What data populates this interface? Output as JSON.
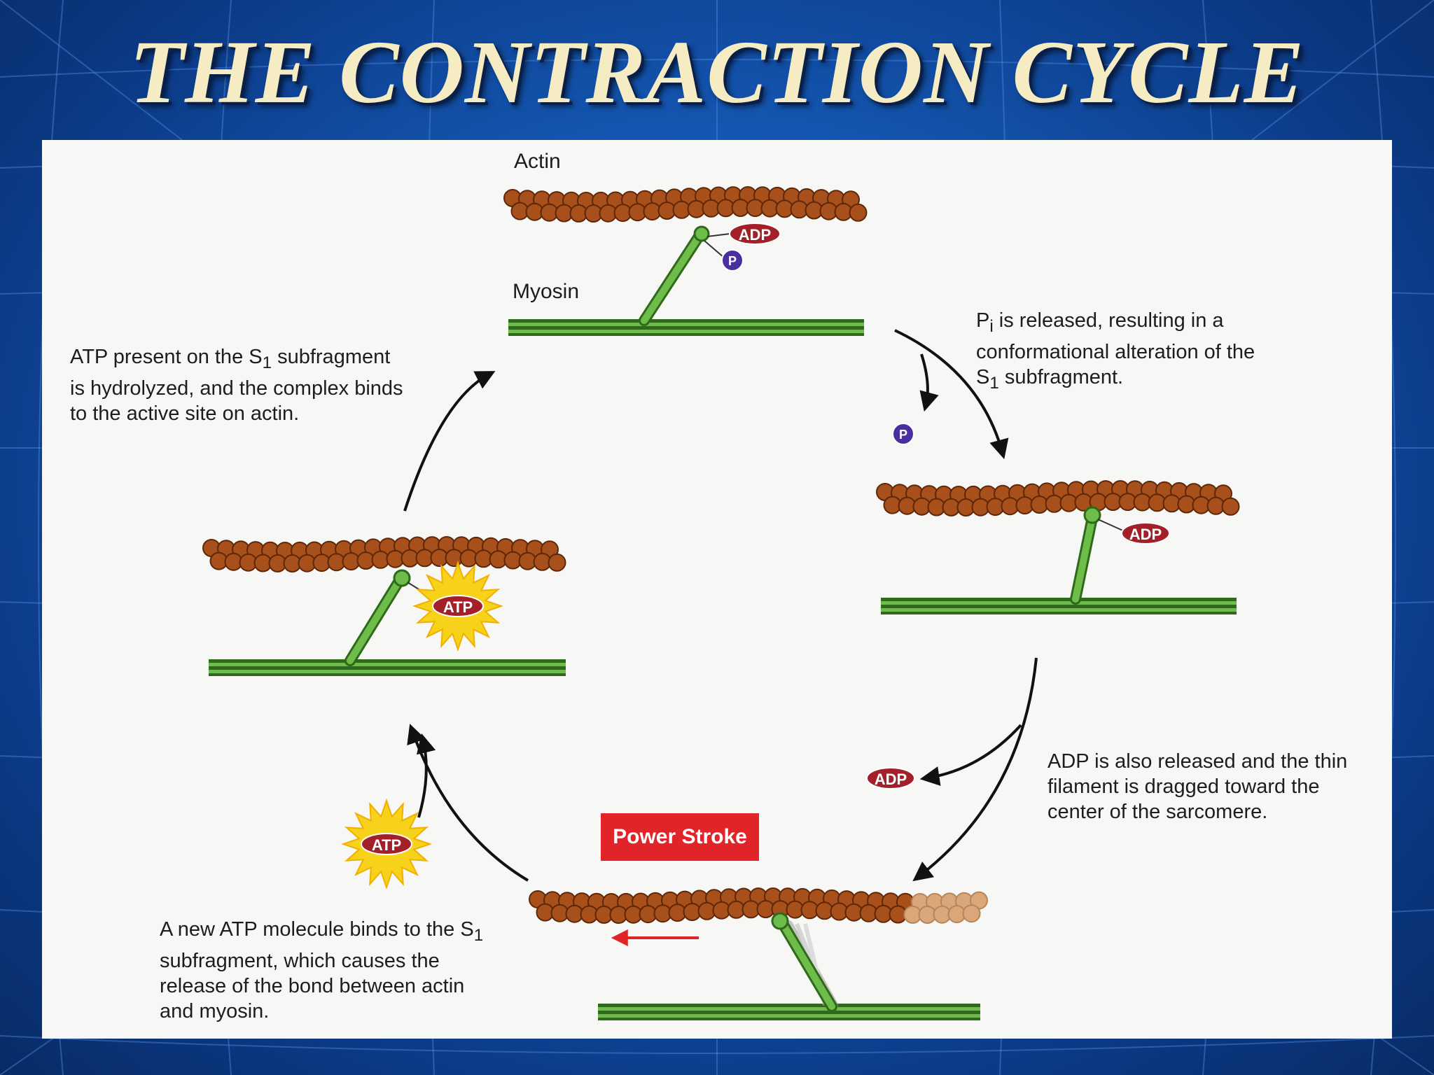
{
  "title": "THE CONTRACTION CYCLE",
  "labels": {
    "actin": "Actin",
    "myosin": "Myosin",
    "adp": "ADP",
    "atp": "ATP",
    "p": "P",
    "power_stroke": "Power Stroke"
  },
  "captions": {
    "step_binding": [
      {
        "text": "ATP present on the S",
        "sub": "1",
        "after": " subfragment"
      },
      {
        "text": "is hydrolyzed, and the complex binds",
        "sub": "",
        "after": ""
      },
      {
        "text": "to the active site on actin.",
        "sub": "",
        "after": ""
      }
    ],
    "step_pi_release": [
      {
        "text": "P",
        "sub": "i",
        "after": " is released, resulting in a"
      },
      {
        "text": "conformational alteration of the",
        "sub": "",
        "after": ""
      },
      {
        "text": "S",
        "sub": "1",
        "after": " subfragment."
      }
    ],
    "step_adp_release": [
      {
        "text": "ADP is also released and the thin",
        "sub": "",
        "after": ""
      },
      {
        "text": "filament is dragged toward the",
        "sub": "",
        "after": ""
      },
      {
        "text": "center of the sarcomere.",
        "sub": "",
        "after": ""
      }
    ],
    "step_atp_binds": [
      {
        "text": "A new ATP molecule binds to the S",
        "sub": "1",
        "after": ""
      },
      {
        "text": "subfragment, which causes the",
        "sub": "",
        "after": ""
      },
      {
        "text": "release of the bond between actin",
        "sub": "",
        "after": ""
      },
      {
        "text": "and myosin.",
        "sub": "",
        "after": ""
      }
    ]
  },
  "colors": {
    "actin": "#a8501c",
    "actin_dark": "#5e2708",
    "actin_faded": "#d9a77a",
    "myosin": "#5ca43c",
    "myosin_dark": "#2e6a1a",
    "adp_pill": "#a3202a",
    "atp_star": "#f6d21a",
    "phosphate": "#4a2fa0",
    "power_stroke": "#e02427",
    "arrow": "#111111"
  }
}
